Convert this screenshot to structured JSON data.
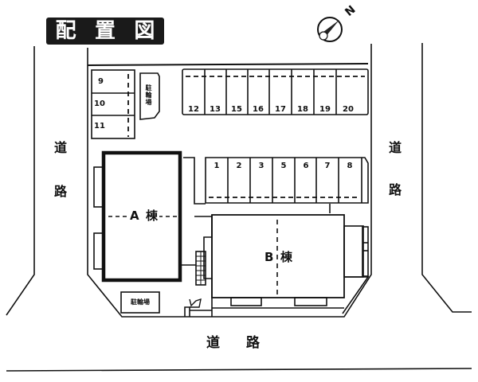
{
  "title": {
    "chars": [
      "配",
      "置",
      "図"
    ],
    "text": "配置図"
  },
  "compass": {
    "label": "N",
    "icon": "north-arrow-icon"
  },
  "roads": {
    "left": {
      "chars": [
        "道",
        "路"
      ]
    },
    "right": {
      "chars": [
        "道",
        "路"
      ]
    },
    "bottom": {
      "chars": [
        "道",
        "路"
      ]
    }
  },
  "buildings": {
    "a": {
      "label": "A",
      "suffix": "棟"
    },
    "b": {
      "label": "B",
      "suffix": "棟"
    }
  },
  "bicycle_parking": {
    "top": "駐輪場",
    "bottom": "駐輪場"
  },
  "parking": {
    "left_column": [
      "9",
      "10",
      "11"
    ],
    "top_row": [
      "12",
      "13",
      "15",
      "16",
      "17",
      "18",
      "19",
      "20"
    ],
    "middle_row": [
      "1",
      "2",
      "3",
      "5",
      "6",
      "7",
      "8"
    ]
  },
  "colors": {
    "line": "#111111",
    "background": "#ffffff",
    "title_bg": "#1a1a1a",
    "title_text": "#ffffff"
  }
}
